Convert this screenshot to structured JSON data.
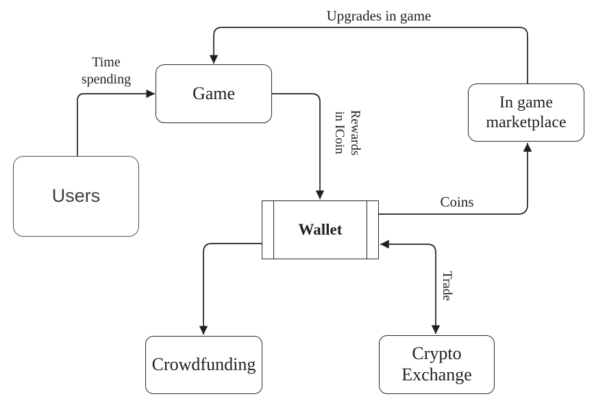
{
  "diagram": {
    "title": "",
    "colors": {
      "background": "#ffffff",
      "stroke": "#1f1f1f",
      "node_border": "#262626",
      "users_border": "#4d4d4d",
      "text": "#1f1f1f"
    },
    "nodes": {
      "users": {
        "label": "Users",
        "shape": "rounded-rectangle"
      },
      "game": {
        "label": "Game",
        "shape": "rounded-rectangle"
      },
      "marketplace": {
        "line1": "In game",
        "line2": "marketplace",
        "shape": "rounded-rectangle"
      },
      "wallet": {
        "label": "Wallet",
        "shape": "predefined-process"
      },
      "crowdfunding": {
        "label": "Crowdfunding",
        "shape": "rounded-rectangle"
      },
      "crypto_exchange": {
        "line1": "Crypto",
        "line2": "Exchange",
        "shape": "rounded-rectangle"
      }
    },
    "edges": {
      "time_spending": {
        "from": "Users",
        "to": "Game",
        "line1": "Time",
        "line2": "spending",
        "direction": "one-way"
      },
      "upgrades": {
        "from": "In game marketplace",
        "to": "Game",
        "label": "Upgrades in game",
        "direction": "one-way"
      },
      "rewards": {
        "from": "Game",
        "to": "Wallet",
        "line1": "Rewards",
        "line2": "in ICoin",
        "direction": "one-way"
      },
      "coins": {
        "from": "Wallet",
        "to": "In game marketplace",
        "label": "Coins",
        "direction": "one-way"
      },
      "trade": {
        "from": "Crypto Exchange",
        "to": "Wallet",
        "label": "Trade",
        "direction": "two-way"
      },
      "funding": {
        "from": "Wallet",
        "to": "Crowdfunding",
        "label": "",
        "direction": "one-way"
      }
    }
  }
}
